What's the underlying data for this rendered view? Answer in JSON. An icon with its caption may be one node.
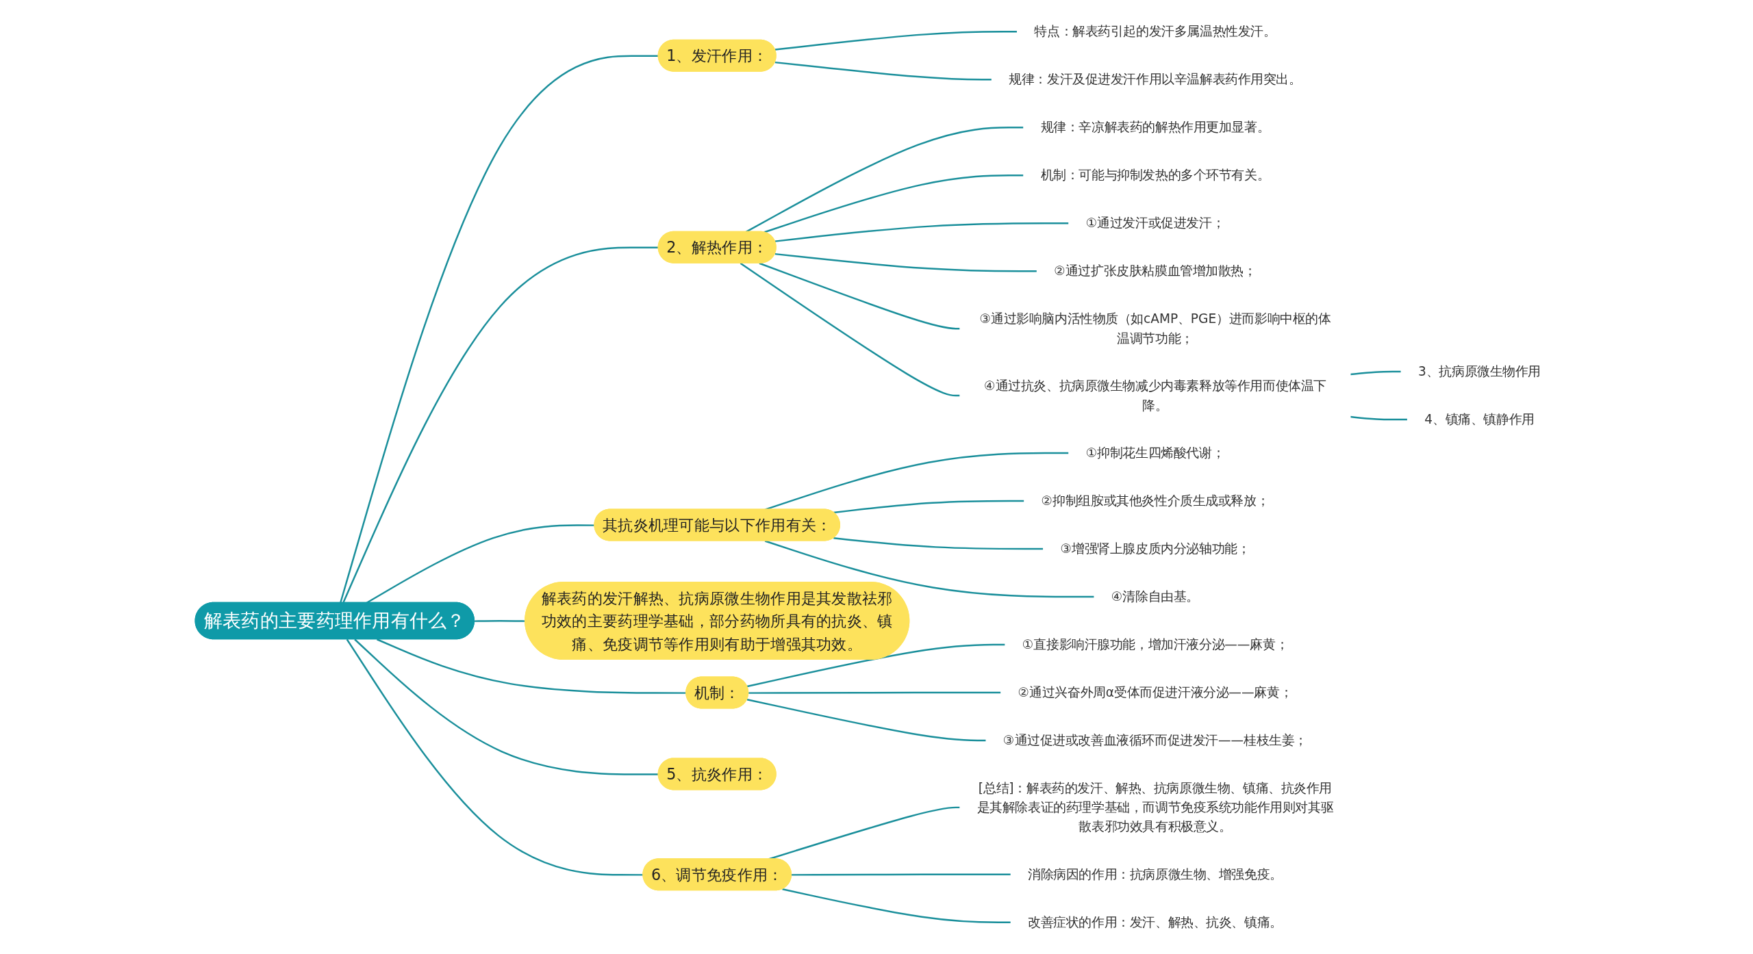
{
  "diagram": {
    "nodes": [
      {
        "text": [
          "解表药的主要药理作用有什么？"
        ]
      },
      {
        "text": [
          "1、发汗作用："
        ]
      },
      {
        "text": [
          "特点：解表药引起的发汗多属温热性发汗。"
        ]
      },
      {
        "text": [
          "规律：发汗及促进发汗作用以辛温解表药作用突出。"
        ]
      },
      {
        "text": [
          "2、解热作用："
        ]
      },
      {
        "text": [
          "规律：辛凉解表药的解热作用更加显著。"
        ]
      },
      {
        "text": [
          "机制：可能与抑制发热的多个环节有关。"
        ]
      },
      {
        "text": [
          "①通过发汗或促进发汗；"
        ]
      },
      {
        "text": [
          "②通过扩张皮肤粘膜血管增加散热；"
        ]
      },
      {
        "text": [
          "③通过影响脑内活性物质（如cAMP、PGE）进而影响中枢的体温调节功能；"
        ]
      },
      {
        "text": [
          "④通过抗炎、抗病原微生物减少内毒素释放等作用而使体温下降。"
        ]
      },
      {
        "text": [
          "3、抗病原微生物作用"
        ]
      },
      {
        "text": [
          "4、镇痛、镇静作用"
        ]
      },
      {
        "text": [
          "其抗炎机理可能与以下作用有关："
        ]
      },
      {
        "text": [
          "①抑制花生四烯酸代谢；"
        ]
      },
      {
        "text": [
          "②抑制组胺或其他炎性介质生成或释放；"
        ]
      },
      {
        "text": [
          "③增强肾上腺皮质内分泌轴功能；"
        ]
      },
      {
        "text": [
          "④清除自由基。"
        ]
      },
      {
        "text": [
          "解表药的发汗解热、抗病原微生物作用是其发散祛邪功效的主要药理学基础，部分药物所具有的抗炎、镇痛、免疫调节等作用则有助于增强其功效。"
        ]
      },
      {
        "text": [
          "机制："
        ]
      },
      {
        "text": [
          "①直接影响汗腺功能，增加汗液分泌——麻黄；"
        ]
      },
      {
        "text": [
          "②通过兴奋外周α受体而促进汗液分泌——麻黄；"
        ]
      },
      {
        "text": [
          "③通过促进或改善血液循环而促进发汗——桂枝生姜；"
        ]
      },
      {
        "text": [
          "5、抗炎作用："
        ]
      },
      {
        "text": [
          "6、调节免疫作用："
        ]
      },
      {
        "text": [
          "[总结]：解表药的发汗、解热、抗病原微生物、镇痛、抗炎作用是其解除表证的药理学基础，而调节免疫系统功能作用则对其驱散表邪功效具有积极意义。"
        ]
      },
      {
        "text": [
          "消除病因的作用：抗病原微生物、增强免疫。"
        ]
      },
      {
        "text": [
          "改善症状的作用：发汗、解热、抗炎、镇痛。"
        ]
      }
    ],
    "edges": [
      {
        "from": 0,
        "to": 1,
        "arrow": "none"
      },
      {
        "from": 1,
        "to": 2,
        "arrow": "none"
      },
      {
        "from": 1,
        "to": 3,
        "arrow": "none"
      },
      {
        "from": 0,
        "to": 4,
        "arrow": "none"
      },
      {
        "from": 4,
        "to": 5,
        "arrow": "none"
      },
      {
        "from": 4,
        "to": 6,
        "arrow": "none"
      },
      {
        "from": 4,
        "to": 7,
        "arrow": "none"
      },
      {
        "from": 4,
        "to": 8,
        "arrow": "none"
      },
      {
        "from": 4,
        "to": 9,
        "arrow": "none"
      },
      {
        "from": 4,
        "to": 10,
        "arrow": "none"
      },
      {
        "from": 10,
        "to": 11,
        "arrow": "none"
      },
      {
        "from": 10,
        "to": 12,
        "arrow": "none"
      },
      {
        "from": 0,
        "to": 13,
        "arrow": "none"
      },
      {
        "from": 13,
        "to": 14,
        "arrow": "none"
      },
      {
        "from": 13,
        "to": 15,
        "arrow": "none"
      },
      {
        "from": 13,
        "to": 16,
        "arrow": "none"
      },
      {
        "from": 13,
        "to": 17,
        "arrow": "none"
      },
      {
        "from": 0,
        "to": 18,
        "arrow": "none"
      },
      {
        "from": 0,
        "to": 19,
        "arrow": "none"
      },
      {
        "from": 19,
        "to": 20,
        "arrow": "none"
      },
      {
        "from": 19,
        "to": 21,
        "arrow": "none"
      },
      {
        "from": 19,
        "to": 22,
        "arrow": "none"
      },
      {
        "from": 0,
        "to": 23,
        "arrow": "none"
      },
      {
        "from": 0,
        "to": 24,
        "arrow": "none"
      },
      {
        "from": 24,
        "to": 25,
        "arrow": "none"
      },
      {
        "from": 24,
        "to": 26,
        "arrow": "none"
      },
      {
        "from": 24,
        "to": 27,
        "arrow": "none"
      }
    ]
  }
}
